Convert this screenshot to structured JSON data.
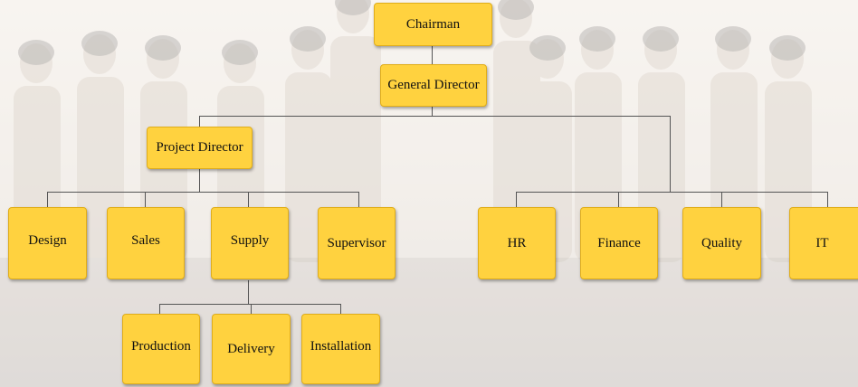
{
  "colors": {
    "box_fill": "#ffd23f",
    "box_border": "#e0ad1a",
    "connector": "#555555"
  },
  "org_chart": {
    "chairman": "Chairman",
    "general_director": "General Director",
    "project_director": "Project Director",
    "departments": {
      "design": "Design",
      "sales": "Sales",
      "supply": "Supply",
      "supervisor": "Supervisor",
      "hr": "HR",
      "finance": "Finance",
      "quality": "Quality",
      "it": "IT"
    },
    "supply_units": {
      "production": "Production",
      "delivery": "Delivery",
      "installation": "Installation"
    }
  }
}
